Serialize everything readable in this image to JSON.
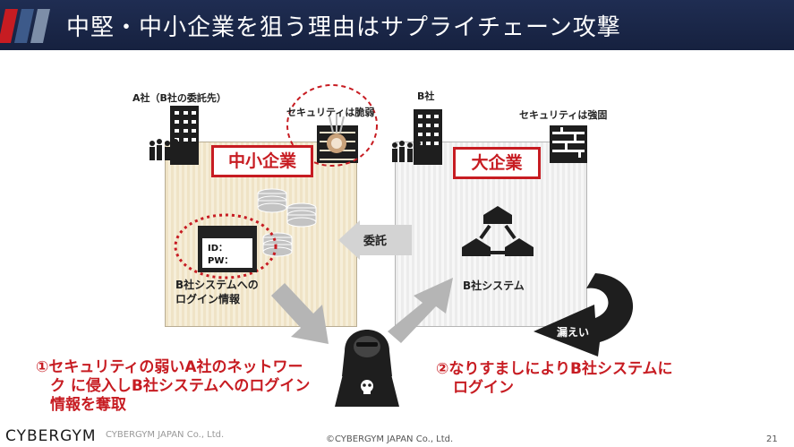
{
  "header": {
    "title": "中堅・中小企業を狙う理由はサプライチェーン攻撃"
  },
  "left": {
    "company_label": "A社（B社の委託先）",
    "weak_label": "セキュリティは脆弱",
    "tag": "中小企業",
    "id_text": "ID：",
    "pw_text": "PW：",
    "login_info_line1": "B社システムへの",
    "login_info_line2": "ログイン情報"
  },
  "right": {
    "company_label": "B社",
    "strong_label": "セキュリティは強固",
    "tag": "大企業",
    "system_label": "B社システム"
  },
  "middle": {
    "itaku": "委託",
    "leak": "漏えい"
  },
  "steps": {
    "step1_line1": "①セキュリティの弱いA社のネットワー",
    "step1_line2": "ク に侵入しB社システムへのログイン",
    "step1_line3": "情報を奪取",
    "step2_line1": "②なりすましによりB社システムに",
    "step2_line2": "ログイン"
  },
  "footer": {
    "logo": "CYBERGYM",
    "logo_ghost": "CYBERGYM JAPAN Co., Ltd.",
    "copyright": "©CYBERGYM JAPAN Co., Ltd.",
    "page": "21"
  }
}
